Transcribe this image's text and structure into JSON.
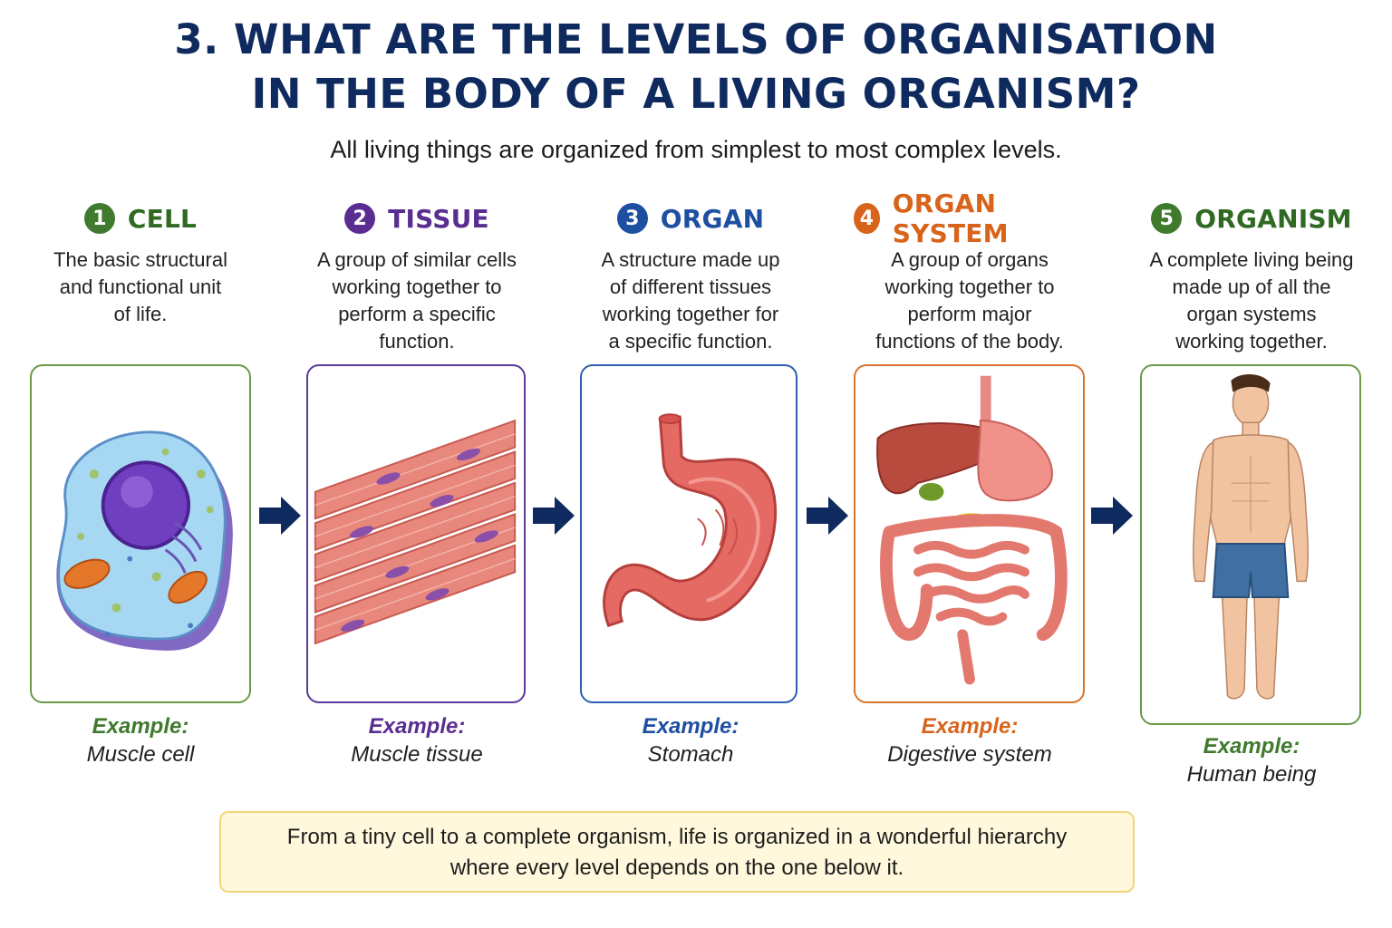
{
  "title_line1": "3. WHAT ARE THE LEVELS OF ORGANISATION",
  "title_line2": "IN THE BODY OF A LIVING ORGANISM?",
  "subtitle": "All living things are organized from simplest to most complex levels.",
  "levels": [
    {
      "number": "1",
      "name": "CELL",
      "color": "#3f7a2e",
      "desc": [
        "The basic structural",
        "and functional unit",
        "of life."
      ],
      "example_label": "Example:",
      "example_value": "Muscle cell",
      "icon": "cell-illustration"
    },
    {
      "number": "2",
      "name": "TISSUE",
      "color": "#5a2d91",
      "desc": [
        "A group of similar cells",
        "working together to",
        "perform a specific",
        "function."
      ],
      "example_label": "Example:",
      "example_value": "Muscle tissue",
      "icon": "muscle-tissue-illustration"
    },
    {
      "number": "3",
      "name": "ORGAN",
      "color": "#1e4fa0",
      "desc": [
        "A structure made up",
        "of different tissues",
        "working together for",
        "a specific function."
      ],
      "example_label": "Example:",
      "example_value": "Stomach",
      "icon": "stomach-illustration"
    },
    {
      "number": "4",
      "name": "ORGAN SYSTEM",
      "color": "#d8641c",
      "desc": [
        "A group of organs",
        "working together to",
        "perform major",
        "functions of the body."
      ],
      "example_label": "Example:",
      "example_value": "Digestive system",
      "icon": "digestive-system-illustration"
    },
    {
      "number": "5",
      "name": "ORGANISM",
      "color": "#3f7a2e",
      "desc": [
        "A complete living being",
        "made up of all the",
        "organ systems",
        "working together."
      ],
      "example_label": "Example:",
      "example_value": "Human being",
      "icon": "human-body-illustration"
    }
  ],
  "arrow_color": "#0f2a5e",
  "footer_line1": "From a tiny cell to a complete organism, life is organized in a wonderful hierarchy",
  "footer_line2": "where every level depends on the one below it."
}
